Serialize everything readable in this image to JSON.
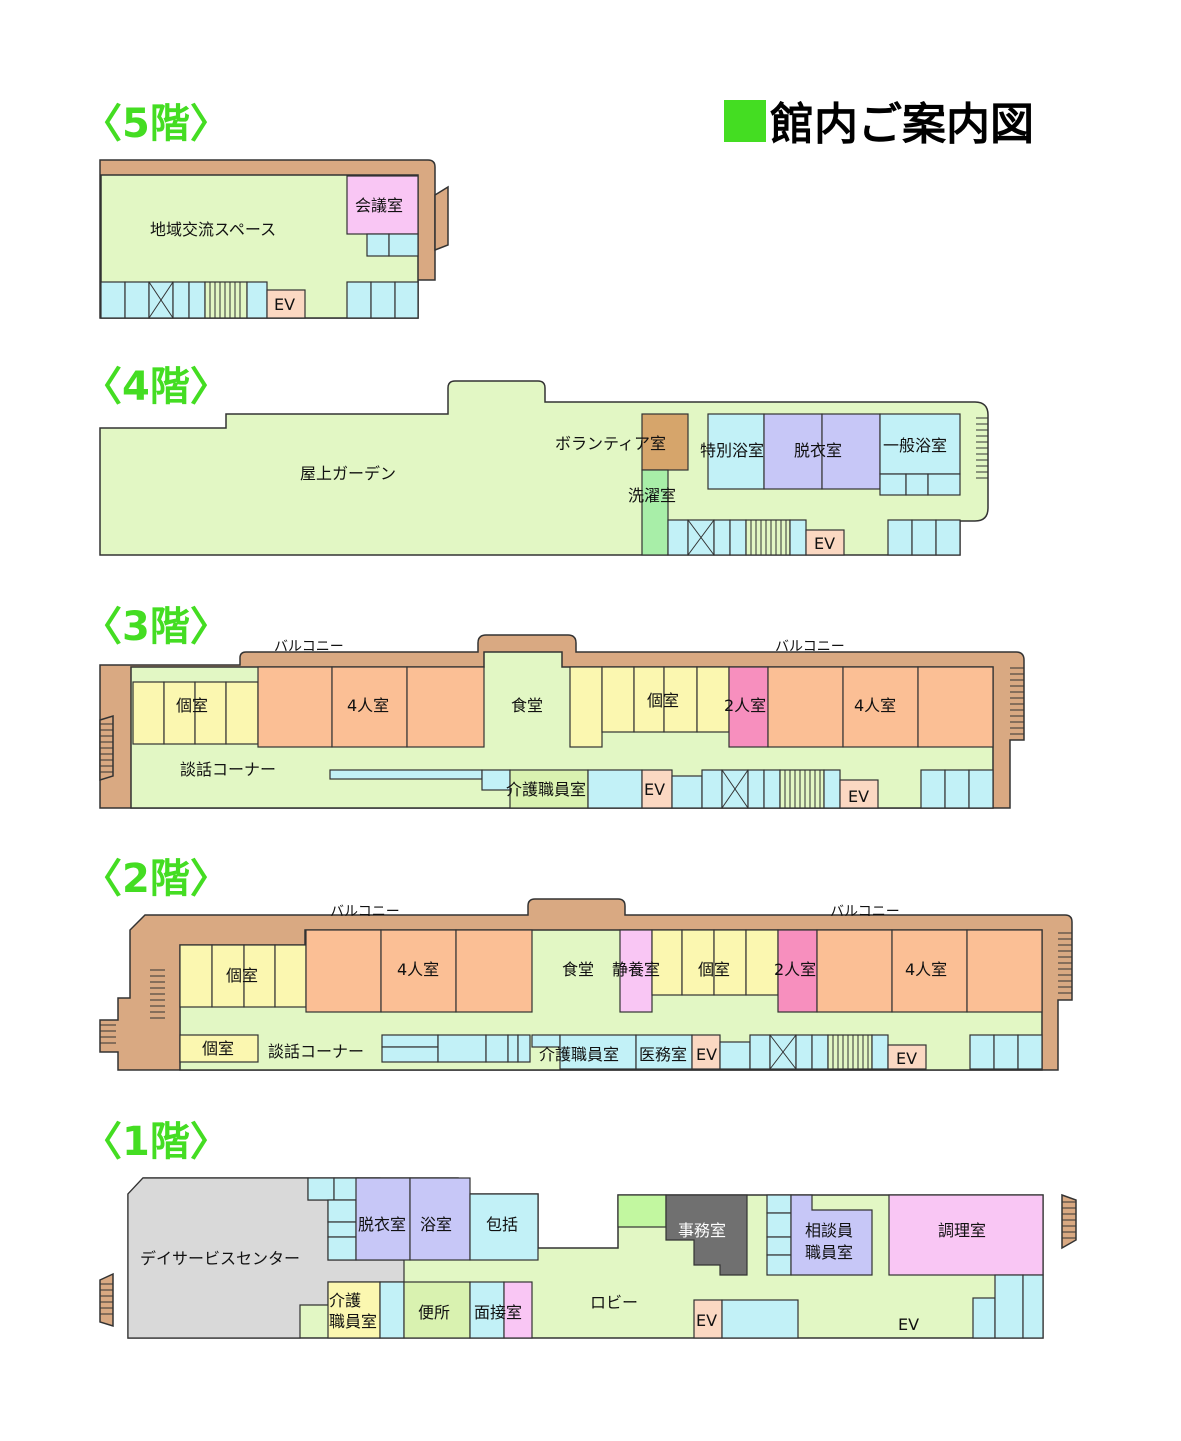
{
  "title": "館内ご案内図",
  "colors": {
    "title_square": "#44dd22",
    "floor_label": "#44dd22",
    "wall": "#d9a982",
    "corridor": "#e2f7c4",
    "private_room": "#fbf7b0",
    "four_person_room": "#fbbf95",
    "two_person_room": "#f78fbe",
    "toilet": "#c2f1f7",
    "bath": "#c7c7f7",
    "service": "#f9c6f4",
    "ev": "#fbd8c2",
    "office": "#707070",
    "day_service": "#d9d9d9",
    "volunteer": "#d6a56b",
    "laundry": "#a8eea8"
  },
  "floors": {
    "f5": {
      "label": "〈5階〉",
      "rooms": {
        "community": "地域交流スペース",
        "meeting": "会議室",
        "ev": "EV"
      }
    },
    "f4": {
      "label": "〈4階〉",
      "rooms": {
        "garden": "屋上ガーデン",
        "volunteer": "ボランティア室",
        "laundry": "洗濯室",
        "special_bath": "特別浴室",
        "changing": "脱衣室",
        "general_bath": "一般浴室",
        "ev": "EV"
      }
    },
    "f3": {
      "label": "〈3階〉",
      "balcony_left": "バルコニー",
      "balcony_right": "バルコニー",
      "rooms": {
        "private_left": "個室",
        "four_left": "4人室",
        "dining": "食堂",
        "private_right": "個室",
        "two": "2人室",
        "four_right": "4人室",
        "lounge": "談話コーナー",
        "care_staff": "介護職員室",
        "ev1": "EV",
        "ev2": "EV"
      }
    },
    "f2": {
      "label": "〈2階〉",
      "balcony_left": "バルコニー",
      "balcony_right": "バルコニー",
      "rooms": {
        "private_left": "個室",
        "four_left": "4人室",
        "dining": "食堂",
        "quiet": "静養室",
        "private_right": "個室",
        "two": "2人室",
        "four_right": "4人室",
        "private_small": "個室",
        "lounge": "談話コーナー",
        "care_staff": "介護職員室",
        "medical": "医務室",
        "ev1": "EV",
        "ev2": "EV"
      }
    },
    "f1": {
      "label": "〈1階〉",
      "rooms": {
        "day_service": "デイサービスセンター",
        "changing": "脱衣室",
        "bath": "浴室",
        "comprehensive": "包括",
        "office": "事務室",
        "consult_line1": "相談員",
        "consult_line2": "職員室",
        "kitchen": "調理室",
        "care_line1": "介護",
        "care_line2": "職員室",
        "toilet": "便所",
        "interview": "面接室",
        "lobby": "ロビー",
        "ev1": "EV",
        "ev2": "EV"
      }
    }
  }
}
